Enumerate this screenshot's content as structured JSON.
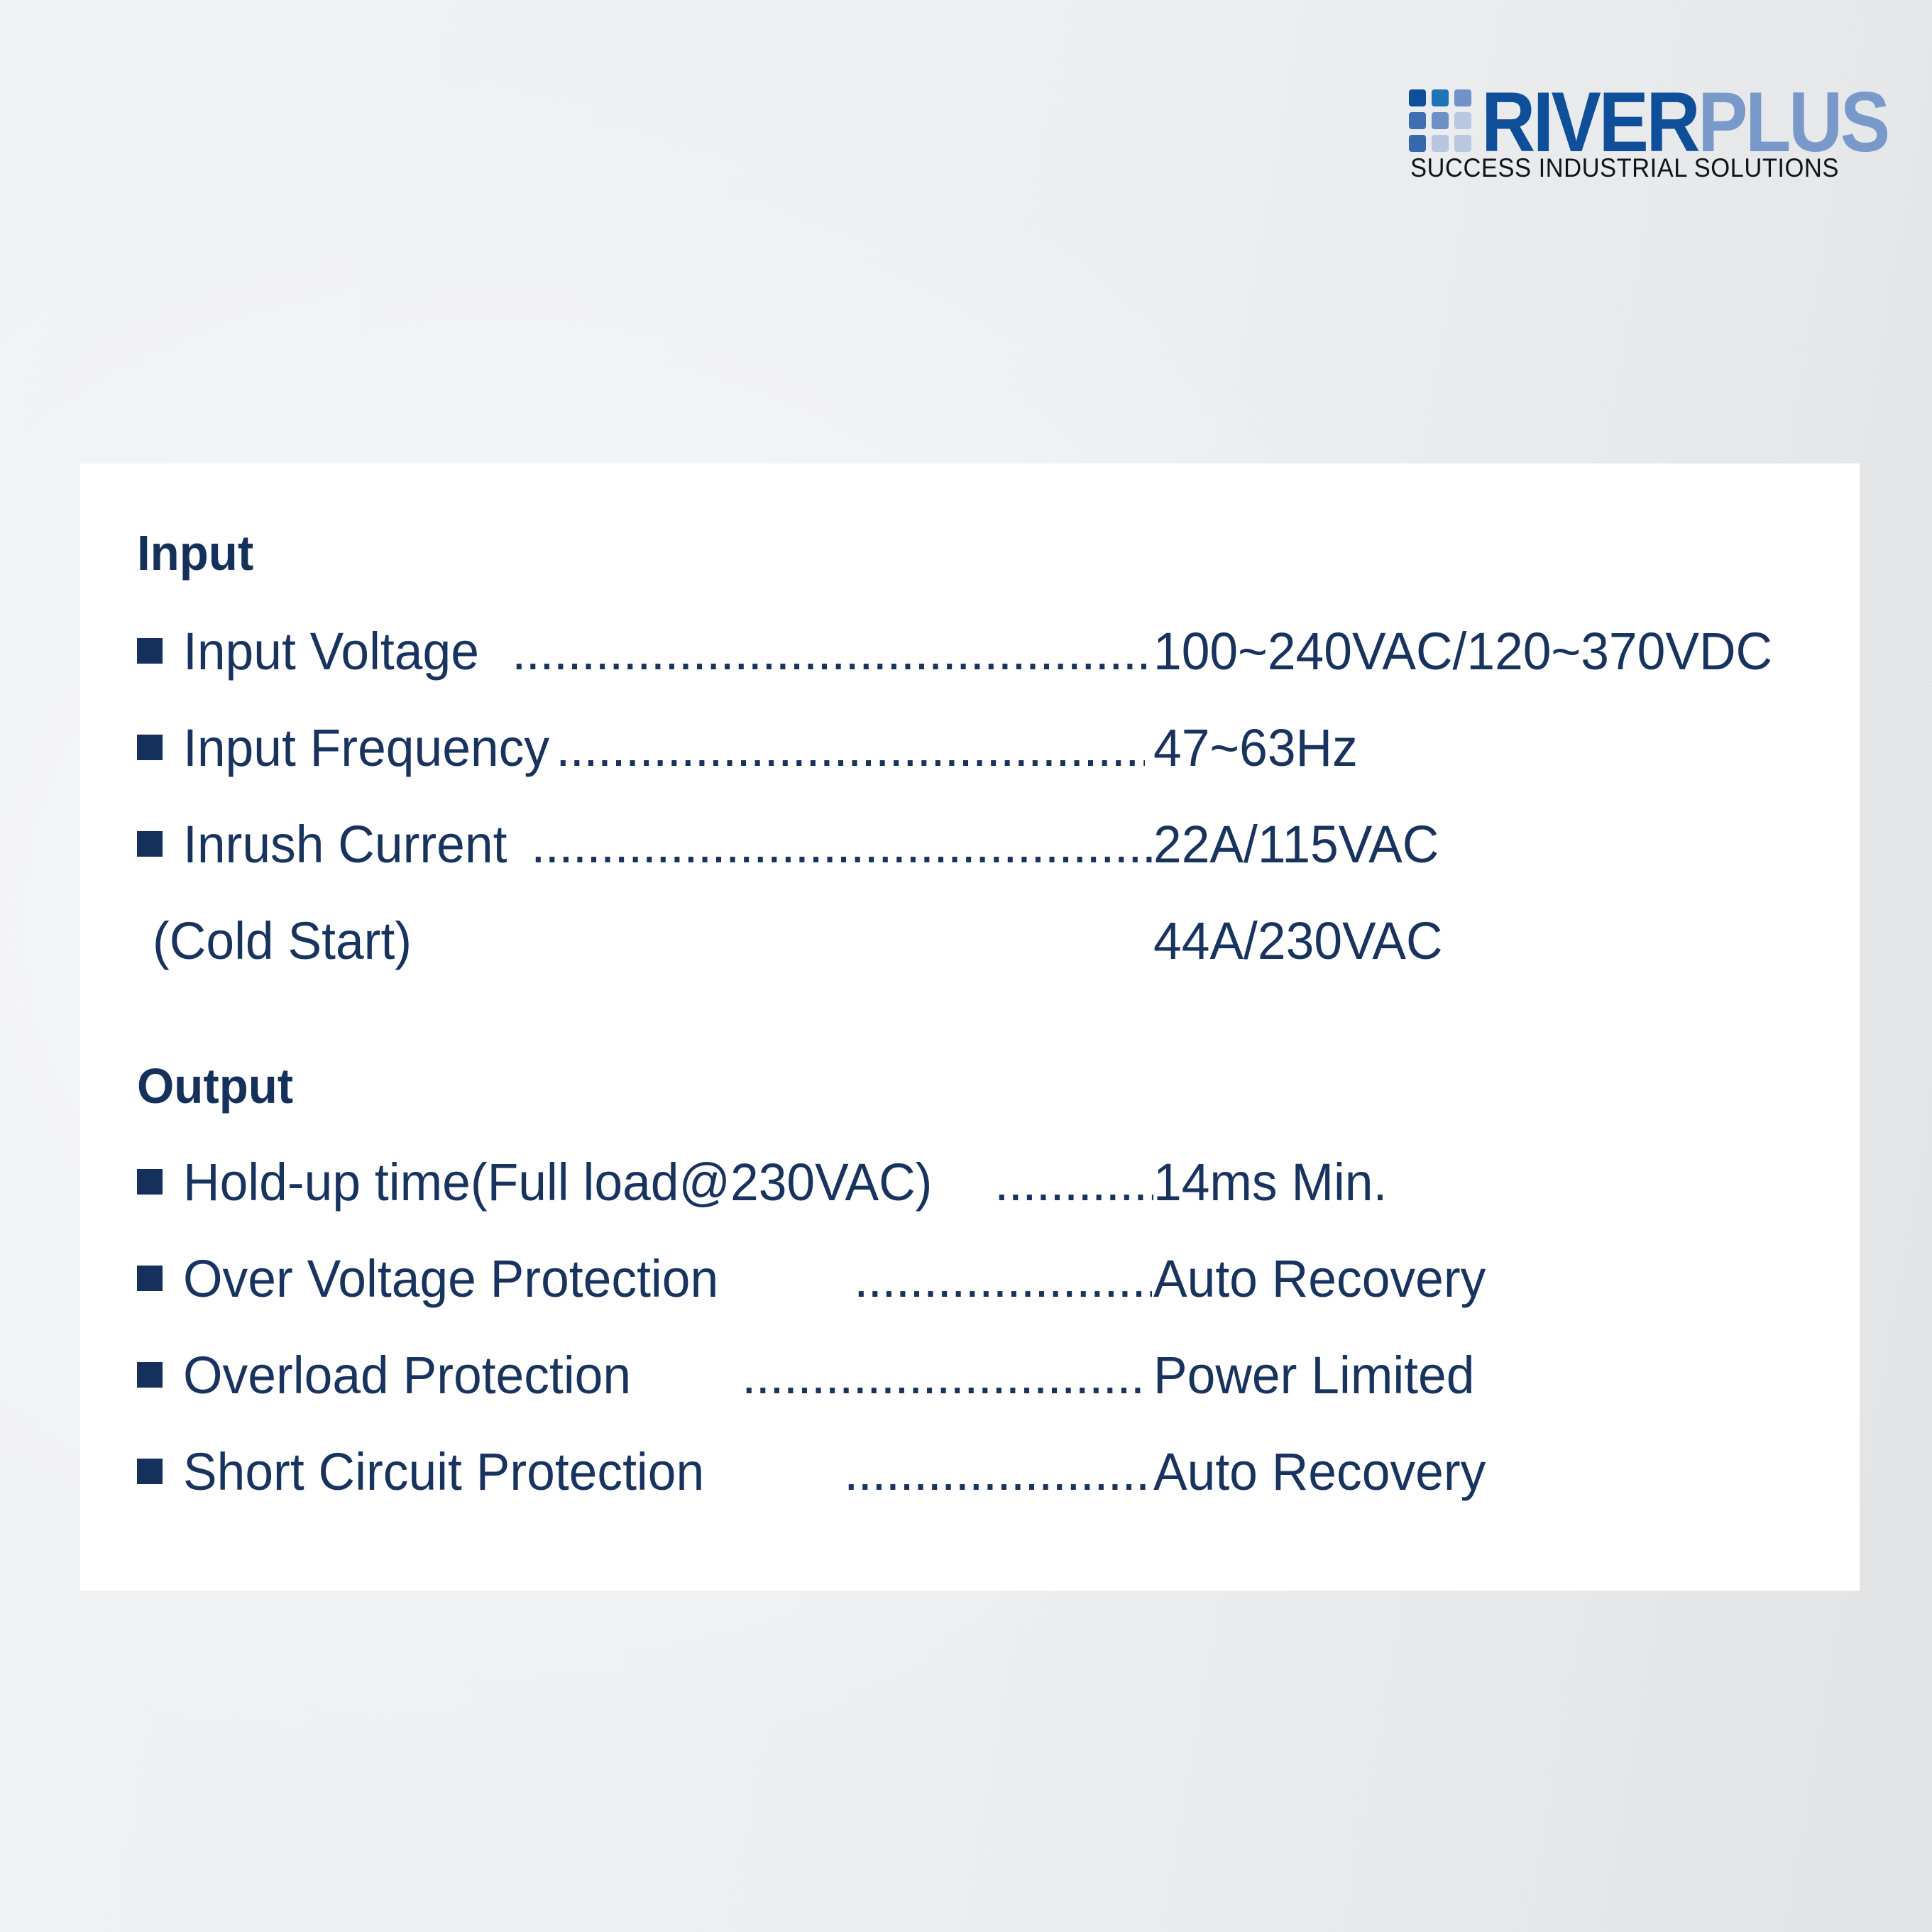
{
  "logo": {
    "brand_part1": "RIVER",
    "brand_part2": "PLUS",
    "tagline": "SUCCESS INDUSTRIAL SOLUTIONS",
    "grid_colors": [
      "#0f4f9a",
      "#1e74b6",
      "#6f93c9",
      "#3e6fb2",
      "#6d90c7",
      "#b9c7e1",
      "#3668ae",
      "#b8c6e0",
      "#b9c7e1"
    ],
    "colors": {
      "river": "#0f4f9a",
      "plus": "#7899c9",
      "tagline": "#111418"
    }
  },
  "spec_sheet": {
    "text_color": "#17335e",
    "sections": [
      {
        "title": "Input",
        "rows": [
          {
            "label": "Input Voltage",
            "value": "100~240VAC/120~370VDC",
            "bullet": true
          },
          {
            "label": "Input Frequency",
            "value": "47~63Hz",
            "bullet": true
          },
          {
            "label": "Inrush Current",
            "value": "22A/115VAC",
            "bullet": true
          },
          {
            "label": "(Cold Start)",
            "value": "44A/230VAC",
            "bullet": false
          }
        ]
      },
      {
        "title": "Output",
        "rows": [
          {
            "label": "Hold-up time(Full load@230VAC)",
            "value": "14ms Min.",
            "bullet": true
          },
          {
            "label": "Over Voltage Protection",
            "value": "Auto Recovery",
            "bullet": true
          },
          {
            "label": "Overload Protection",
            "value": "Power Limited",
            "bullet": true
          },
          {
            "label": "Short Circuit Protection",
            "value": "Auto Recovery",
            "bullet": true
          }
        ]
      }
    ],
    "leader": "..............................................................................."
  }
}
